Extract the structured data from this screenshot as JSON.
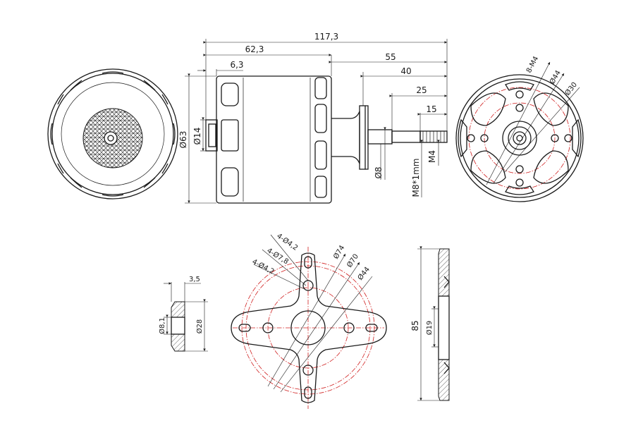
{
  "colors": {
    "line": "#1a1a1a",
    "center_line": "#d02020",
    "background": "#ffffff"
  },
  "side_view": {
    "overall_length": "117,3",
    "body_length": "62,3",
    "shaft_from_body": "55",
    "shaft_40": "40",
    "shaft_25": "25",
    "shaft_15": "15",
    "rear_boss": "6,3",
    "diameter_63": "Ø63",
    "diameter_14": "Ø14",
    "diameter_8": "Ø8",
    "thread_m8": "M8*1mm",
    "thread_m4": "M4"
  },
  "front_view": {
    "holes": "8-M4",
    "circle_44": "Ø44",
    "circle_30": "Ø30"
  },
  "mount_view": {
    "holes_a": "4-Ø4,2",
    "holes_b": "4-Ø7,8",
    "holes_c": "4-Ø4,2",
    "circle_74": "Ø74",
    "circle_70": "Ø70",
    "circle_44": "Ø44"
  },
  "spacer_view": {
    "thickness": "3,5",
    "inner": "Ø8,1",
    "outer": "Ø28"
  },
  "plate_side_view": {
    "height": "85",
    "bore": "Ø19"
  }
}
